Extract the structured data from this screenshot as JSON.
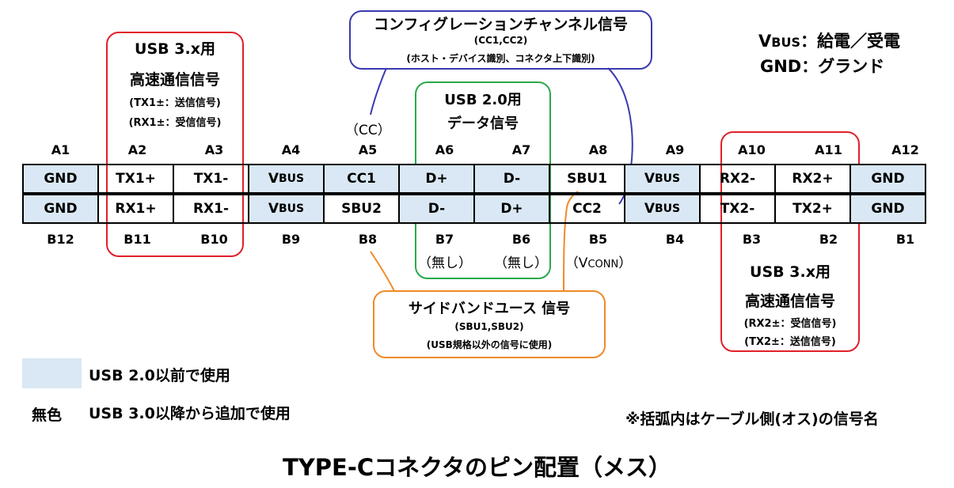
{
  "title": "TYPE-Cコネクタのピン配置（メス）",
  "legend": {
    "vbus_line": "VBUS：給電／受電",
    "vbus_prefix": "V",
    "vbus_suffix": "BUS",
    "vbus_desc": "：給電／受電",
    "gnd_line": "GND：グランド",
    "swatch_text": "USB 2.0以前で使用",
    "plain_label": "無色",
    "plain_text": "USB 3.0以降から追加で使用",
    "note": "※括弧内はケーブル側(オス)の信号名"
  },
  "top_labels": [
    "A1",
    "A2",
    "A3",
    "A4",
    "A5",
    "A6",
    "A7",
    "A8",
    "A9",
    "A10",
    "A11",
    "A12"
  ],
  "bottom_labels": [
    "B12",
    "B11",
    "B10",
    "B9",
    "B8",
    "B7",
    "B6",
    "B5",
    "B4",
    "B3",
    "B2",
    "B1"
  ],
  "row_a": [
    "GND",
    "TX1+",
    "TX1-",
    "VBUS",
    "CC1",
    "D+",
    "D-",
    "SBU1",
    "VBUS",
    "RX2-",
    "RX2+",
    "GND"
  ],
  "row_b": [
    "GND",
    "RX1+",
    "RX1-",
    "VBUS",
    "SBU2",
    "D-",
    "D+",
    "CC2",
    "VBUS",
    "TX2-",
    "TX2+",
    "GND"
  ],
  "row_a_blue": [
    true,
    false,
    false,
    true,
    true,
    true,
    true,
    false,
    true,
    false,
    false,
    true
  ],
  "row_b_blue": [
    true,
    false,
    false,
    true,
    false,
    true,
    true,
    false,
    true,
    false,
    false,
    true
  ],
  "annotations": {
    "usb3_left": {
      "line1": "USB 3.x用",
      "line2": "高速通信信号",
      "line3": "(TX1±：送信信号)",
      "line4": "(RX1±：受信信号)"
    },
    "usb3_right": {
      "line1": "USB 3.x用",
      "line2": "高速通信信号",
      "line3": "(RX2±：受信信号)",
      "line4": "(TX2±：送信信号)"
    },
    "config": {
      "line1": "コンフィグレーションチャンネル信号",
      "line2": "(CC1,CC2)",
      "line3": "(ホスト・デバイス識別、コネクタ上下識別)"
    },
    "usb2": {
      "line1": "USB 2.0用",
      "line2": "データ信号"
    },
    "sideband": {
      "line1": "サイドバンドユース 信号",
      "line2": "(SBU1,SBU2)",
      "line3": "(USB規格以外の信号に使用)"
    },
    "cc_paren": "（CC）",
    "b7_paren": "（無し）",
    "b6_paren": "（無し）",
    "vconn_paren_open": "（V",
    "vconn_small": "CONN",
    "vconn_paren_close": "）"
  },
  "colors": {
    "blue_fill": "#d9e8f4",
    "red": "#e0202a",
    "green": "#2aa84a",
    "orange": "#f08a2a",
    "navy": "#3a3ab0"
  }
}
